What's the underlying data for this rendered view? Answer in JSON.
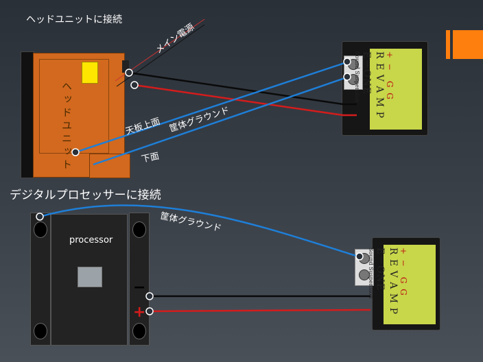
{
  "section1": {
    "title": "ヘッドユニットに接続",
    "head_unit_label": "ヘッドユニット",
    "main_power_label": "メイン電源",
    "top_panel_label": "天板上面",
    "chassis_ground_label": "筐体グラウンド",
    "bottom_label": "下面"
  },
  "section2": {
    "title": "デジタルプロセッサーに接続",
    "chassis_ground_label": "筐体グラウンド",
    "processor_label": "processor",
    "minus_symbol": "−",
    "plus_symbol": "+"
  },
  "device": {
    "terminal_labels": "+  −    G  G",
    "line1": "R E V A M P",
    "line2": "E－ONE",
    "line3": "Sound  Suspension"
  },
  "colors": {
    "background": "#2e343c",
    "accent": "#ff7f0e",
    "head_unit": "#d2691e",
    "device_label": "#c8d64a",
    "wire_blue": "#1e7fd8",
    "wire_red": "#d41c1c",
    "wire_black": "#0a0a0a"
  },
  "icons": [
    "accent-bar-icon",
    "terminal-screw-icon"
  ]
}
